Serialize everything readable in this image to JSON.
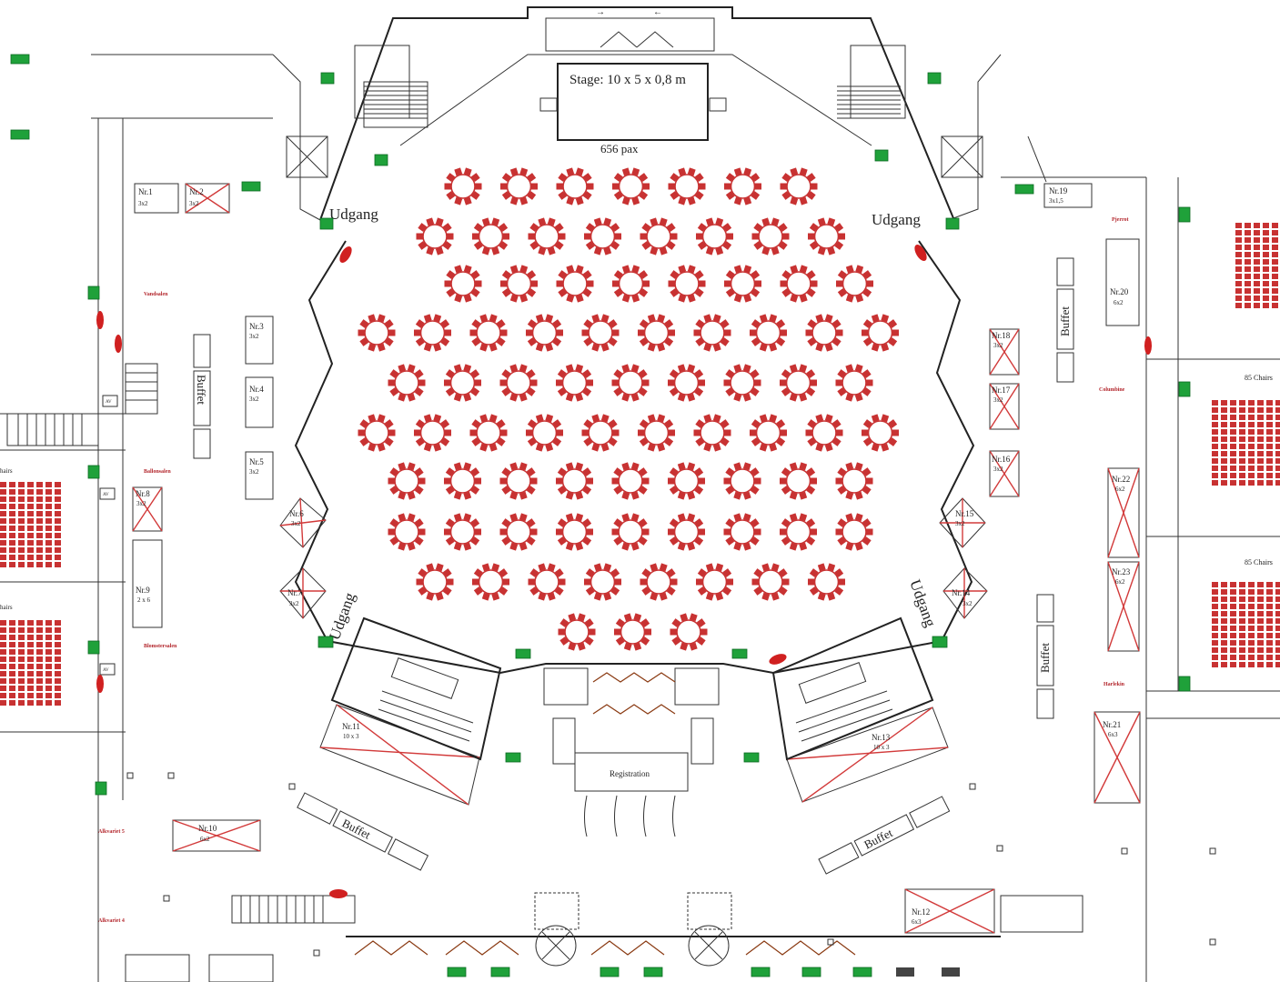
{
  "stage": {
    "label": "Stage: 10 x 5 x 0,8 m",
    "capacity": "656 pax"
  },
  "exits": {
    "label": "Udgang"
  },
  "buffet": {
    "label": "Buffet"
  },
  "registration": {
    "label": "Registration"
  },
  "chairs_85": "85 Chairs",
  "chairs_partial": "hairs",
  "rooms": {
    "vandsalen": "Vandsalen",
    "ballonsalen": "Ballonsalen",
    "blomstersalen": "Blomstersalen",
    "alkvariet5": "Alkvariet 5",
    "alkvariet4": "Alkvariet 4",
    "pjerrot": "Pjerrot",
    "columbine": "Columbine",
    "harlekin": "Harlekin"
  },
  "av": "AV",
  "booths": [
    {
      "nr": "Nr.1",
      "size": "3x2"
    },
    {
      "nr": "Nr.2",
      "size": "3x2"
    },
    {
      "nr": "Nr.3",
      "size": "3x2"
    },
    {
      "nr": "Nr.4",
      "size": "3x2"
    },
    {
      "nr": "Nr.5",
      "size": "3x2"
    },
    {
      "nr": "Nr.6",
      "size": "3x2"
    },
    {
      "nr": "Nr.7",
      "size": "3x2"
    },
    {
      "nr": "Nr.8",
      "size": "3x2"
    },
    {
      "nr": "Nr.9",
      "size": "2 x 6"
    },
    {
      "nr": "Nr.10",
      "size": "6x2"
    },
    {
      "nr": "Nr.11",
      "size": "10 x 3"
    },
    {
      "nr": "Nr.12",
      "size": "6x3"
    },
    {
      "nr": "Nr.13",
      "size": "10 x 3"
    },
    {
      "nr": "Nr.14",
      "size": "3x2"
    },
    {
      "nr": "Nr.15",
      "size": "3x2"
    },
    {
      "nr": "Nr.16",
      "size": "3x2"
    },
    {
      "nr": "Nr.17",
      "size": "3x2"
    },
    {
      "nr": "Nr.18",
      "size": "3x2"
    },
    {
      "nr": "Nr.19",
      "size": "3x1,5"
    },
    {
      "nr": "Nr.20",
      "size": "6x2"
    },
    {
      "nr": "Nr.21",
      "size": "6x3"
    },
    {
      "nr": "Nr.22",
      "size": "6x2"
    },
    {
      "nr": "Nr.23",
      "size": "6x2"
    }
  ],
  "colors": {
    "chair": "#c83232",
    "exit_sign": "#1fa13a",
    "cancel_x": "#d23a3a",
    "wall": "#222222"
  }
}
